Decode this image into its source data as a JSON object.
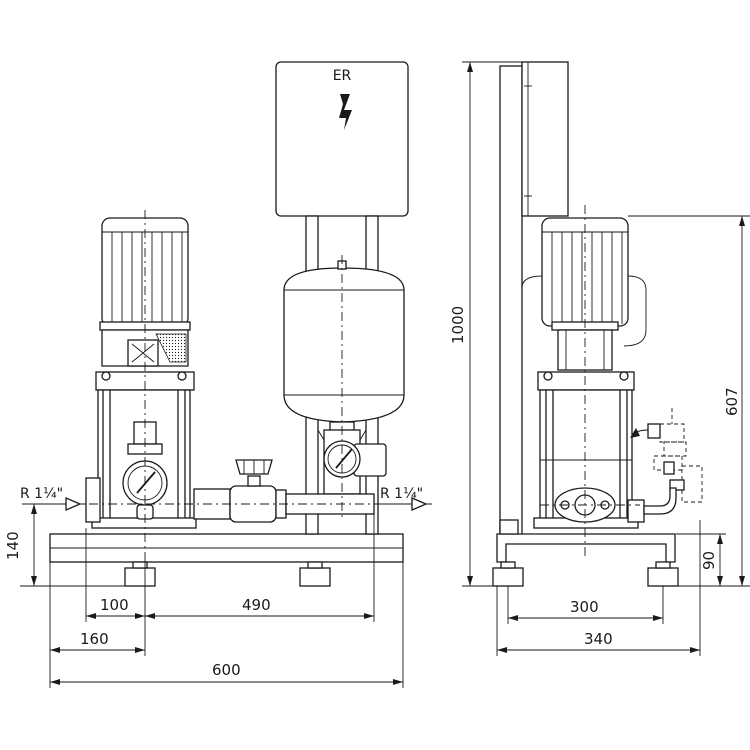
{
  "control_box": {
    "label": "ER",
    "icon": "high-voltage-icon"
  },
  "connections": {
    "inlet": "R 1¼\"",
    "outlet": "R 1¼\""
  },
  "front_view": {
    "dims": {
      "height_inlet": "140",
      "pump_offset": "100",
      "pipe_length": "490",
      "inlet_offset": "160",
      "total_width": "600"
    }
  },
  "side_view": {
    "dims": {
      "total_height": "1000",
      "pump_height": "607",
      "base_height": "90",
      "foot_spacing": "300",
      "depth": "340"
    }
  },
  "colors": {
    "line": "#1a1a1a",
    "background": "#ffffff"
  }
}
